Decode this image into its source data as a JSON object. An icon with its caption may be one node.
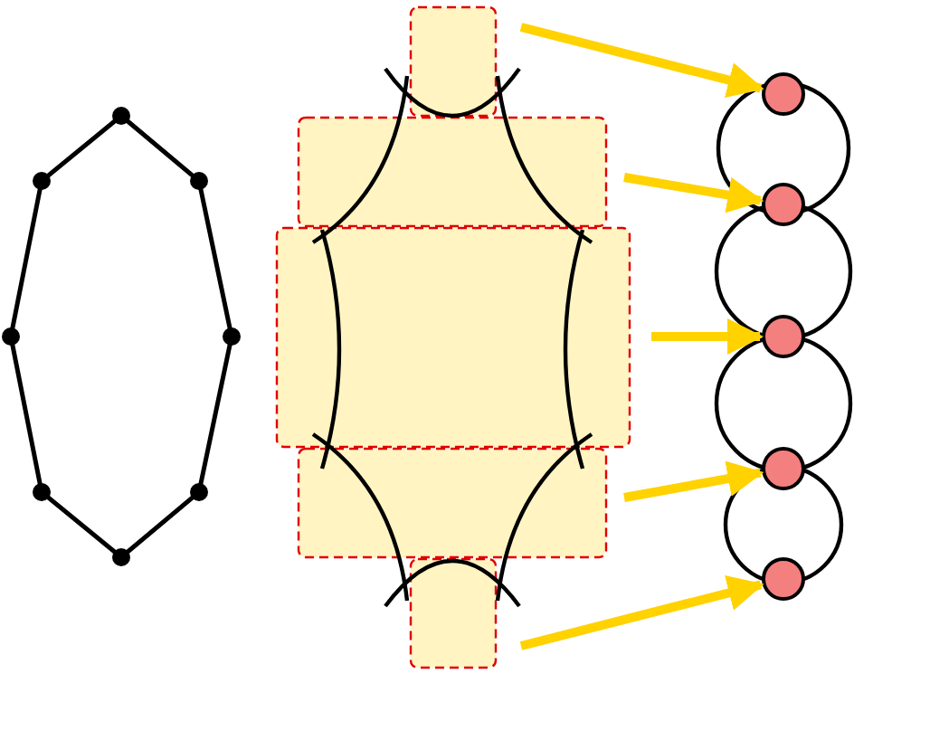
{
  "diagram": {
    "nodes": [
      {
        "text": [],
        "shape": "circle"
      },
      {
        "text": [],
        "shape": "circle"
      },
      {
        "text": [],
        "shape": "circle"
      },
      {
        "text": [],
        "shape": "circle"
      },
      {
        "text": [],
        "shape": "circle"
      }
    ],
    "edges": [
      {
        "from": null,
        "to": 0,
        "arrow": "to"
      },
      {
        "from": null,
        "to": 1,
        "arrow": "to"
      },
      {
        "from": null,
        "to": 2,
        "arrow": "to"
      },
      {
        "from": null,
        "to": 3,
        "arrow": "to"
      },
      {
        "from": null,
        "to": 4,
        "arrow": "to"
      }
    ]
  }
}
